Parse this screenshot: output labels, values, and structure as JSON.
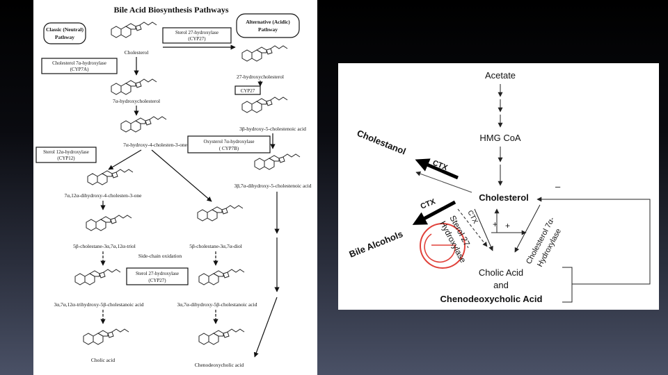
{
  "left": {
    "title": "Bile Acid Biosynthesis Pathways",
    "classic_pathway": [
      "Classic (Neutral)",
      "Pathway"
    ],
    "alternative_pathway": [
      "Alternative (Acidic)",
      "Pathway"
    ],
    "enzyme_cyp27_top": [
      "Sterol 27-hydroxylase",
      "(CYP27)"
    ],
    "enzyme_cyp7a": [
      "Cholesterol 7α-hydroxylase",
      "(CYP7A)"
    ],
    "enzyme_cyp27_mid": "CYP27",
    "enzyme_cyp7b": [
      "Oxysterol 7α-hydroxylase",
      "( CYP7B)"
    ],
    "enzyme_cyp12": [
      "Sterol 12α-hydroxylase",
      "(CYP12)"
    ],
    "enzyme_cyp27_low": [
      "Sterol 27-hydroxylase",
      "(CYP27)"
    ],
    "side_chain": "Side-chain oxidation",
    "compounds": {
      "cholesterol": "Cholesterol",
      "hydroxy27": "27-hydroxycholesterol",
      "hydroxy7a": "7α-hydroxycholesterol",
      "cholestenoic": "3β-hydroxy-5-cholestenoic acid",
      "hydroxy4": "7α-hydroxy-4-cholesten-3-one",
      "dihydroxy_cholestenoic": "3β,7α-dihydroxy-5-cholestenoic acid",
      "dihydroxy4": "7α,12α-dihydroxy-4-cholesten-3-one",
      "triol": "5β-cholestane-3α,7α,12α-triol",
      "diol": "5β-cholestane-3α,7α-diol",
      "trihydroxy_acid": "3α,7α,12α-trihydroxy-5β-cholestanoic acid",
      "dihydroxy_acid": "3α,7α-dihydroxy-5β-cholestanoic acid",
      "cholic": "Cholic acid",
      "cheno": "Chenodeoxycholic acid"
    }
  },
  "right": {
    "acetate": "Acetate",
    "hmg": "HMG CoA",
    "cholesterol": "Cholesterol",
    "cholestanol": "Cholestanol",
    "bile_alcohols": "Bile Alcohols",
    "ctx": "CTX",
    "sterol27": [
      "Sterol 27-",
      "Hydroxylase"
    ],
    "chol7a": [
      "Cholesterol 7α-",
      "Hydroxylase"
    ],
    "cholic": "Cholic Acid",
    "and": "and",
    "cheno": "Chenodeoxycholic Acid",
    "plus": "+",
    "minus": "–"
  },
  "colors": {
    "inhibition_mark": "#e0413a"
  }
}
